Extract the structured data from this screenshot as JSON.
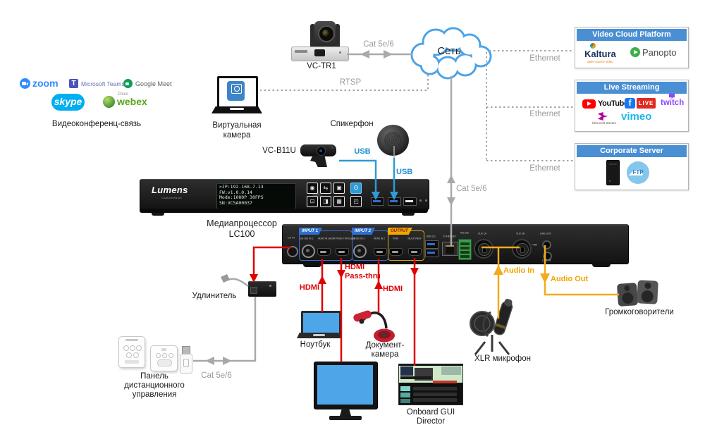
{
  "colors": {
    "line_red": "#e00000",
    "line_blue": "#2e9bd6",
    "line_yellow": "#f2ab1d",
    "line_gray": "#a9a9a9",
    "header_blue": "#4a8fd3",
    "cloud_stroke": "#4aa3e8",
    "screen_blue": "#4da6e8"
  },
  "network": {
    "cloud_label": "Сеть",
    "rtsp": "RTSP",
    "cat56_camera": "Cat 5e/6",
    "cat56_device": "Cat 5e/6",
    "cat56_panel": "Cat 5e/6",
    "ethernet1": "Ethernet",
    "ethernet2": "Ethernet",
    "ethernet3": "Ethernet"
  },
  "camera": {
    "label": "VC-TR1"
  },
  "vc_apps": {
    "caption": "Видеоконференц-связь",
    "zoom": "zoom",
    "teams": "Microsoft Teams",
    "meet": "Google Meet",
    "skype": "skype",
    "cisco": "Cisco",
    "webex": "webex"
  },
  "virtual_camera": {
    "line1": "Виртуальная",
    "line2": "камера"
  },
  "speakerphone": {
    "label": "Спикерфон",
    "usb": "USB"
  },
  "webcam": {
    "label": "VC-B11U",
    "usb": "USB"
  },
  "cloud_services": {
    "video_cloud": {
      "title": "Video Cloud Platform",
      "kaltura": "Kaltura",
      "kaltura_sub": "open source video",
      "panopto": "Panopto"
    },
    "live_streaming": {
      "title": "Live Streaming",
      "youtube": "YouTube",
      "facebook_f": "f",
      "facebook_live": "LIVE",
      "twitch": "twitch",
      "ms_stream": "Microsoft Stream",
      "vimeo": "vimeo"
    },
    "corporate": {
      "title": "Corporate Server",
      "ftp": "FTP"
    }
  },
  "processor": {
    "brand": "Lumens",
    "brand_sub": "CaptureVision",
    "lcd_lines": [
      ">IP:192.168.7.13",
      "FW:v1.0.0.14",
      "Mode:1080P 30FPS",
      "SN:VC5A00037"
    ],
    "name1": "Медиапроцессор",
    "name2": "LC100"
  },
  "rear_panel": {
    "dc_in": "DC IN",
    "input1_tab": "INPUT 1",
    "sdi1": "3G-SDI IN 1",
    "hdmi1": "HDMI IN 1",
    "pass": "HDMI PASS-THROUGH",
    "input2_tab": "INPUT 2",
    "sdi2": "3G-SDI IN 2",
    "hdmi2": "HDMI IN 2",
    "output_tab": "OUTPUT",
    "pgm": "PGM",
    "multiview": "MULTIVIEW",
    "usb": "USB 3.0",
    "ethernet": "ETHERNET",
    "rs232": "RS-232",
    "xlr1": "XLR 1A",
    "xlr2": "XLR 2B",
    "phantom": "+48V",
    "line_out": "LINE OUT",
    "line_in": "LINE IN"
  },
  "connections": {
    "hdmi_in1": "HDMI",
    "pass1": "HDMI",
    "pass2": "Pass-thru",
    "hdmi_in2": "HDMI",
    "audio_in": "Audio In",
    "audio_out": "Audio Out"
  },
  "devices": {
    "extender": "Удлинитель",
    "panel1": "Панель",
    "panel2": "дистанционного",
    "panel3": "управления",
    "laptop": "Ноутбук",
    "doccam1": "Документ-",
    "doccam2": "камера",
    "gui1": "Onboard GUI",
    "gui2": "Director",
    "mic": "XLR микрофон",
    "speakers": "Громкоговорители"
  }
}
